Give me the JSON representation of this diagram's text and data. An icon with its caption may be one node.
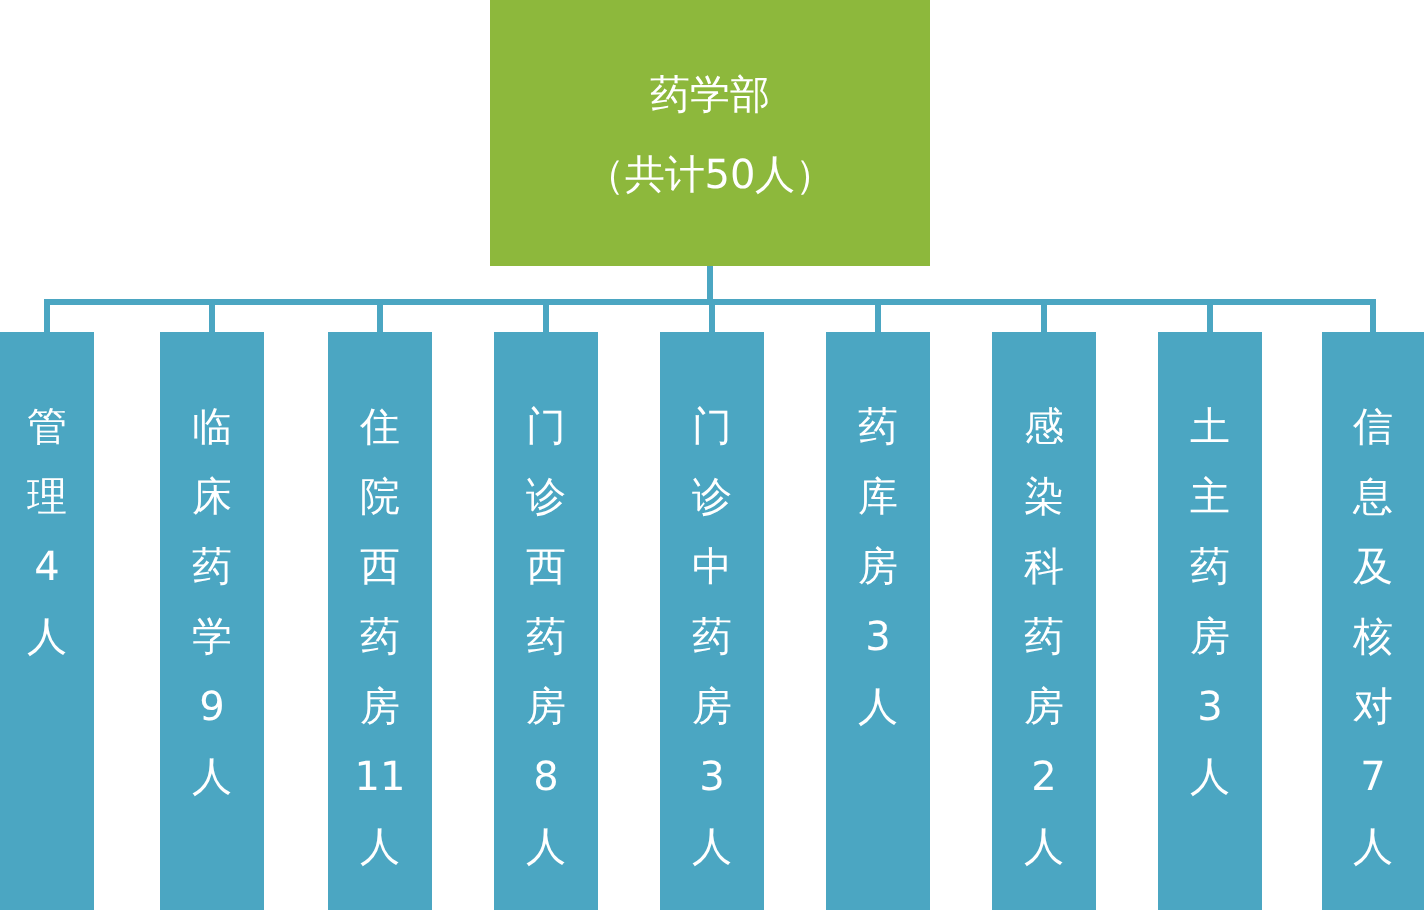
{
  "diagram": {
    "nodes": [
      {
        "text": [
          "药学部",
          "（共计50人）"
        ]
      },
      {
        "text": [
          "管理4人"
        ]
      },
      {
        "text": [
          "临床药学9人"
        ]
      },
      {
        "text": [
          "住院西药房11人"
        ]
      },
      {
        "text": [
          "门诊西药房8人"
        ]
      },
      {
        "text": [
          "门诊中药房3人"
        ]
      },
      {
        "text": [
          "药库房3人"
        ]
      },
      {
        "text": [
          "感染科药房2人"
        ]
      },
      {
        "text": [
          "土主药房3人"
        ]
      },
      {
        "text": [
          "信息及核对7人"
        ]
      }
    ],
    "edges": [
      {
        "from": 0,
        "to": 1,
        "arrow": "none"
      },
      {
        "from": 0,
        "to": 2,
        "arrow": "none"
      },
      {
        "from": 0,
        "to": 3,
        "arrow": "none"
      },
      {
        "from": 0,
        "to": 4,
        "arrow": "none"
      },
      {
        "from": 0,
        "to": 5,
        "arrow": "none"
      },
      {
        "from": 0,
        "to": 6,
        "arrow": "none"
      },
      {
        "from": 0,
        "to": 7,
        "arrow": "none"
      },
      {
        "from": 0,
        "to": 8,
        "arrow": "none"
      },
      {
        "from": 0,
        "to": 9,
        "arrow": "none"
      }
    ]
  }
}
